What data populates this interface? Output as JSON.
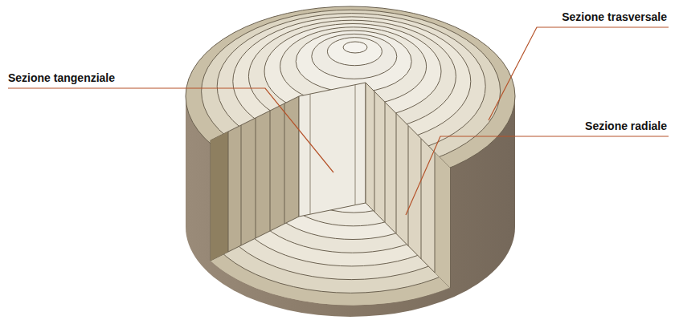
{
  "diagram": {
    "labels": [
      "Sezione trasversale",
      "Sezione tangenziale",
      "Sezione radiale"
    ]
  }
}
